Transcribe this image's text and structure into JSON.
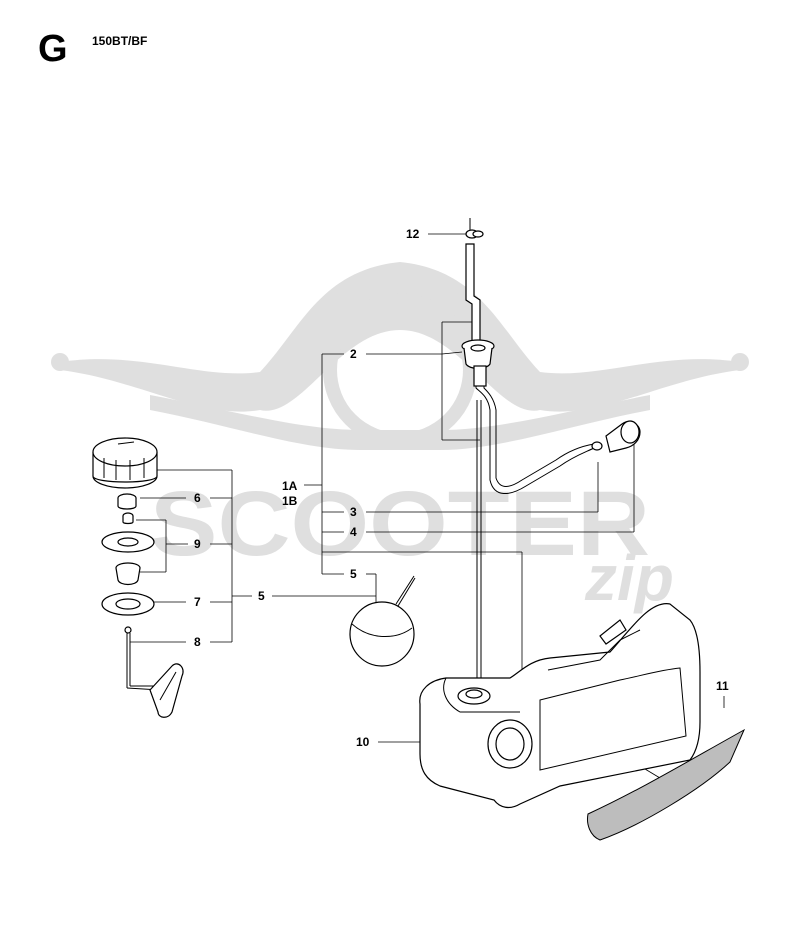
{
  "header": {
    "section": "G",
    "model": "150BT/BF"
  },
  "watermark": {
    "word": "SCOOTER",
    "suffix": "zip"
  },
  "callouts": {
    "c12": "12",
    "c2": "2",
    "c1a": "1A",
    "c1b": "1B",
    "c3": "3",
    "c4": "4",
    "c5a": "5",
    "c5b": "5",
    "c6": "6",
    "c9": "9",
    "c7": "7",
    "c8": "8",
    "c10": "10",
    "c11": "11"
  }
}
